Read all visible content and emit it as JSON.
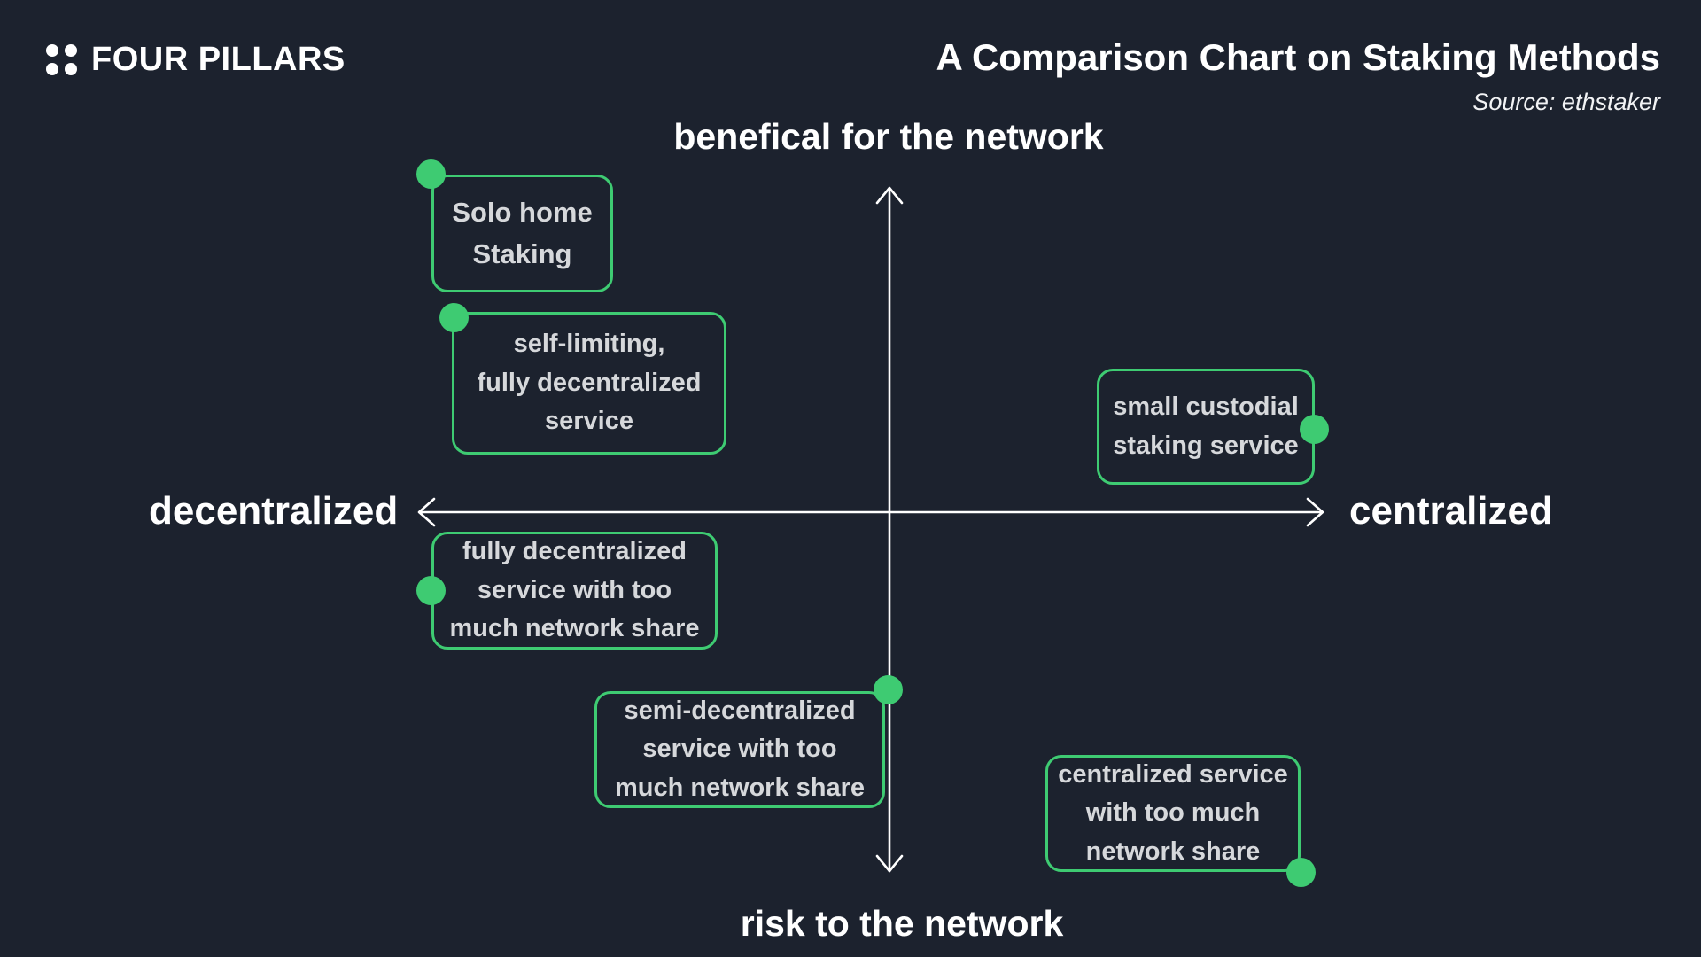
{
  "page": {
    "background_color": "#1c222e",
    "accent_green": "#3ecb72",
    "node_text_color": "#d6d8db",
    "label_text_color": "#ffffff"
  },
  "header": {
    "logo_text": "FOUR PILLARS",
    "title": "A Comparison Chart on Staking Methods",
    "source": "Source: ethstaker"
  },
  "axes": {
    "top_label": "benefical for the network",
    "bottom_label": "risk to the network",
    "left_label": "decentralized",
    "right_label": "centralized"
  },
  "nodes": [
    {
      "label": "Solo home\nStaking"
    },
    {
      "label": "self-limiting,\nfully decentralized\nservice"
    },
    {
      "label": "small custodial\nstaking service"
    },
    {
      "label": "fully decentralized\nservice with too\nmuch network share"
    },
    {
      "label": "semi-decentralized\nservice with too\nmuch network share"
    },
    {
      "label": "centralized service\nwith too much\nnetwork share"
    }
  ],
  "chart_data": {
    "type": "scatter",
    "title": "A Comparison Chart on Staking Methods",
    "source": "Source: ethstaker",
    "x_axis": {
      "left_label": "decentralized",
      "right_label": "centralized",
      "range": [
        -1,
        1
      ]
    },
    "y_axis": {
      "top_label": "benefical for the network",
      "bottom_label": "risk to the network",
      "range": [
        -1,
        1
      ]
    },
    "grid": false,
    "legend": false,
    "points": [
      {
        "label": "Solo home Staking",
        "x": -1.0,
        "y": 0.95
      },
      {
        "label": "self-limiting, fully decentralized service",
        "x": -0.95,
        "y": 0.55
      },
      {
        "label": "small custodial staking service",
        "x": 0.95,
        "y": 0.24
      },
      {
        "label": "fully decentralized service with too much network share",
        "x": -1.0,
        "y": -0.23
      },
      {
        "label": "semi-decentralized service with too much network share",
        "x": 0.0,
        "y": -0.52
      },
      {
        "label": "centralized service with too much network share",
        "x": 0.92,
        "y": -1.0
      }
    ]
  }
}
